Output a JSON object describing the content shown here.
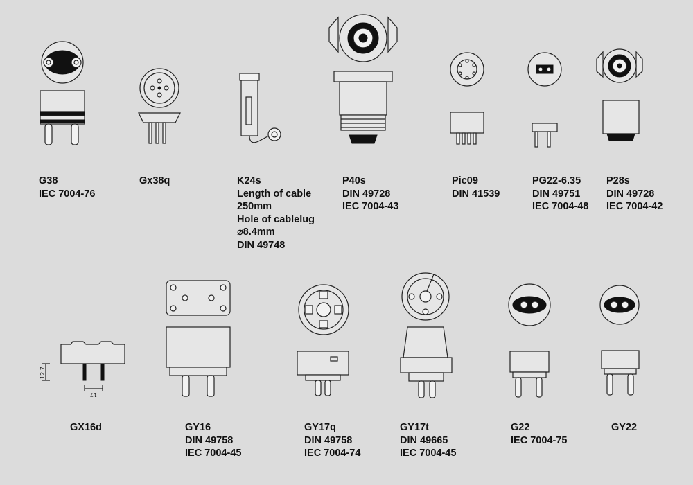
{
  "bases": [
    {
      "key": "g38",
      "lines": [
        "G38",
        "IEC 7004-76"
      ]
    },
    {
      "key": "gx38q",
      "lines": [
        "Gx38q"
      ]
    },
    {
      "key": "k24s",
      "lines": [
        "K24s",
        "Length of cable",
        "250mm",
        "Hole of cablelug",
        "⌀8.4mm",
        "DIN 49748"
      ]
    },
    {
      "key": "p40s",
      "lines": [
        "P40s",
        "DIN 49728",
        "IEC 7004-43"
      ]
    },
    {
      "key": "pic09",
      "lines": [
        "Pic09",
        "DIN 41539"
      ]
    },
    {
      "key": "pg22",
      "lines": [
        "PG22-6.35",
        "DIN 49751",
        "IEC 7004-48"
      ]
    },
    {
      "key": "p28s",
      "lines": [
        "P28s",
        "DIN 49728",
        "IEC 7004-42"
      ]
    },
    {
      "key": "gx16d",
      "lines": [
        "GX16d"
      ]
    },
    {
      "key": "gy16",
      "lines": [
        "GY16",
        "DIN 49758",
        "IEC 7004-45"
      ]
    },
    {
      "key": "gy17q",
      "lines": [
        "GY17q",
        "DIN 49758",
        "IEC 7004-74"
      ]
    },
    {
      "key": "gy17t",
      "lines": [
        "GY17t",
        "DIN 49665",
        "IEC 7004-45"
      ]
    },
    {
      "key": "g22",
      "lines": [
        "G22",
        "IEC 7004-75"
      ]
    },
    {
      "key": "gy22",
      "lines": [
        "GY22"
      ]
    }
  ],
  "dimensions": {
    "height": "12.7",
    "width": "17"
  }
}
